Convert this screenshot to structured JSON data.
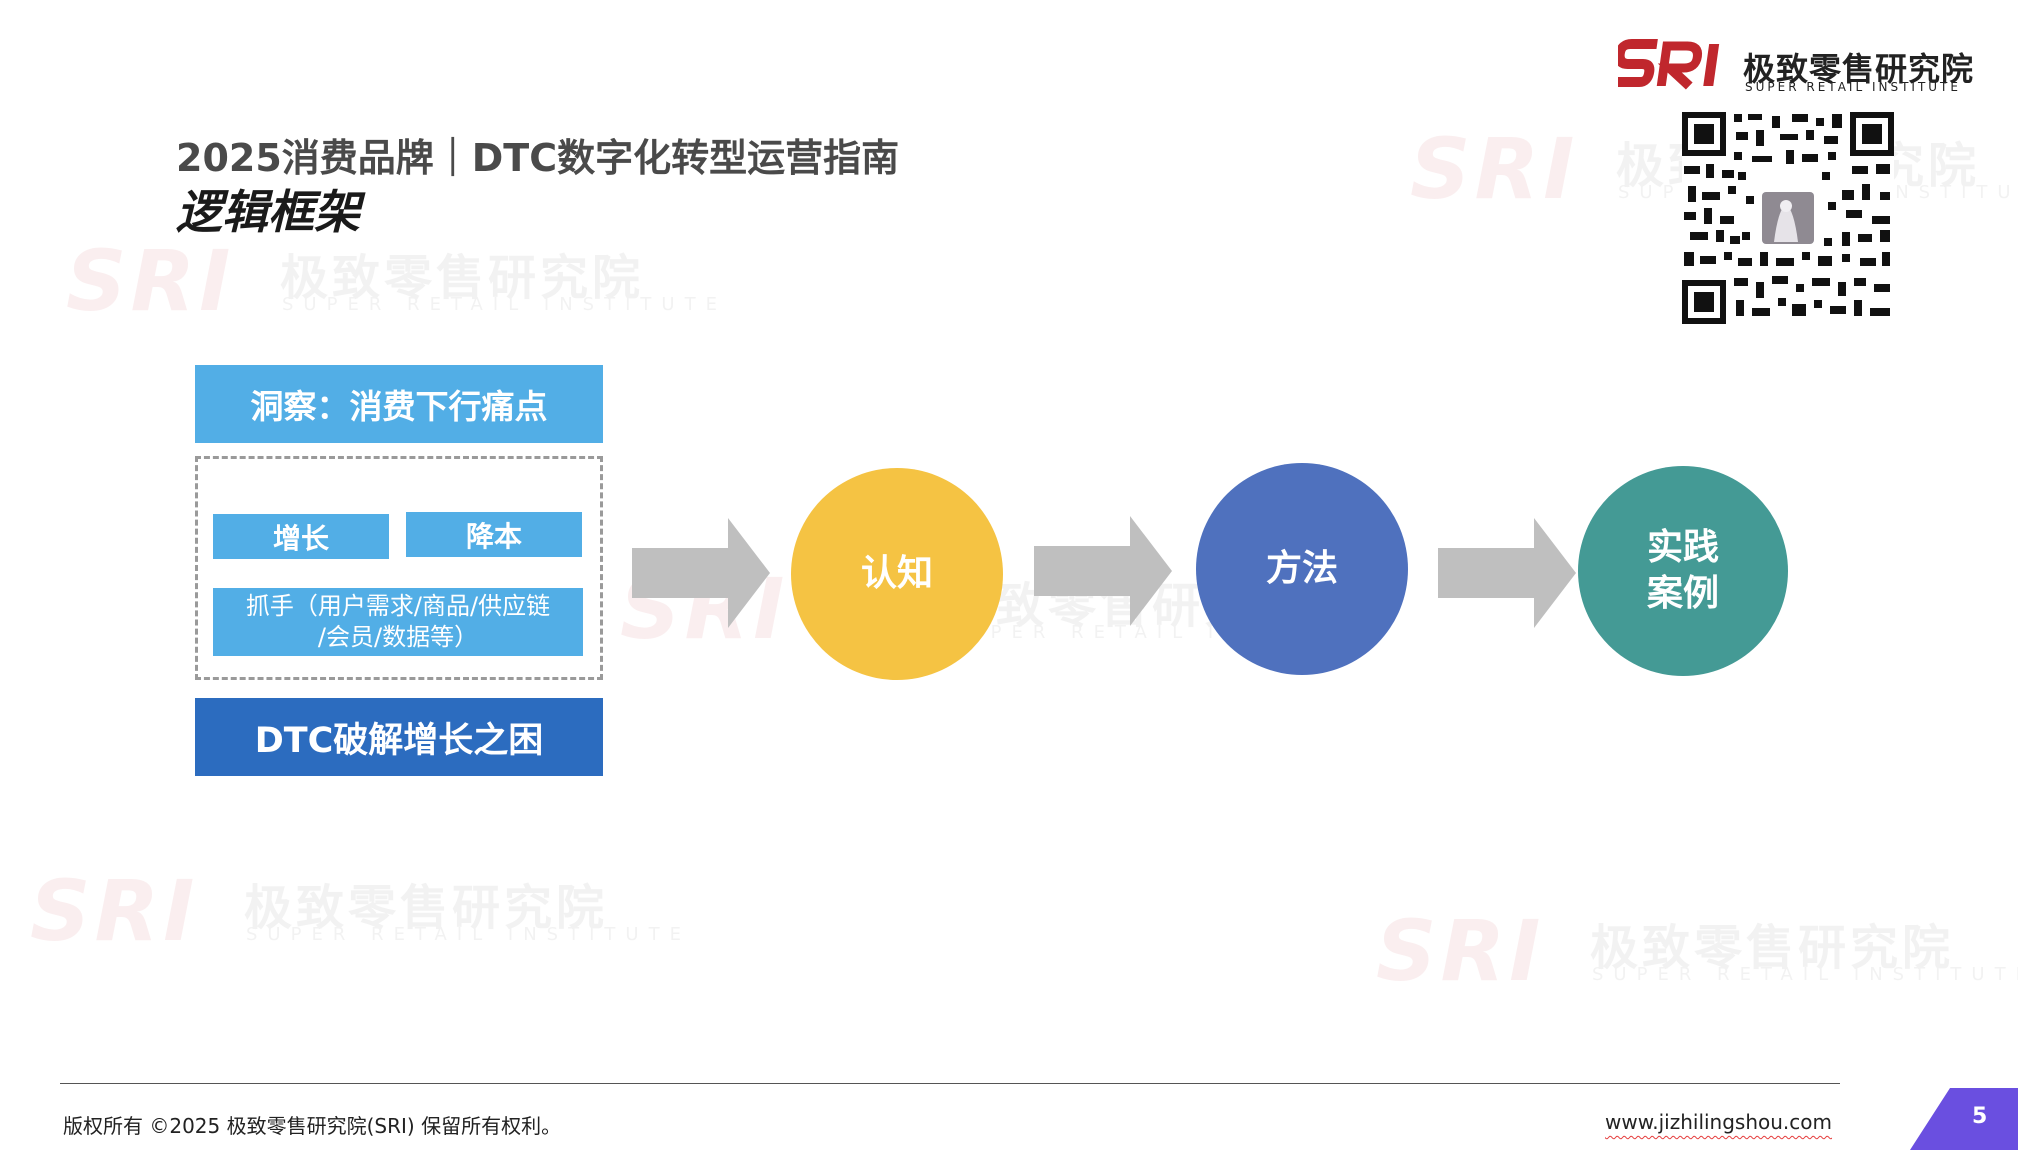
{
  "watermark": {
    "logo": "SRI",
    "cn": "极致零售研究院",
    "en": "SUPER RETAIL INSTITUTE"
  },
  "logo": {
    "mark": "SRI",
    "cn": "极致零售研究院",
    "en": "SUPER RETAIL INSTITUTE",
    "brand_color": "#c0272d"
  },
  "header": {
    "title": "2025消费品牌｜DTC数字化转型运营指南",
    "subtitle": "逻辑框架"
  },
  "framework": {
    "insight": "洞察：消费下行痛点",
    "growth": "增长",
    "cost": "降本",
    "levers_line1": "抓手（用户需求/商品/供应链",
    "levers_line2": "/会员/数据等）",
    "dtc": "DTC破解增长之困"
  },
  "flow": {
    "step1": "认知",
    "step2": "方法",
    "step3_line1": "实践",
    "step3_line2": "案例"
  },
  "colors": {
    "light_blue": "#52aee6",
    "dark_blue": "#2c6cbf",
    "yellow": "#f5c343",
    "indigo": "#4f71be",
    "teal": "#449a95",
    "arrow_gray": "#bfbfbf",
    "page_tab": "#6a4fe0"
  },
  "footer": {
    "copyright": "版权所有 ©2025  极致零售研究院(SRI)  保留所有权利。",
    "website": "www.jizhilingshou.com",
    "page_number": "5"
  }
}
